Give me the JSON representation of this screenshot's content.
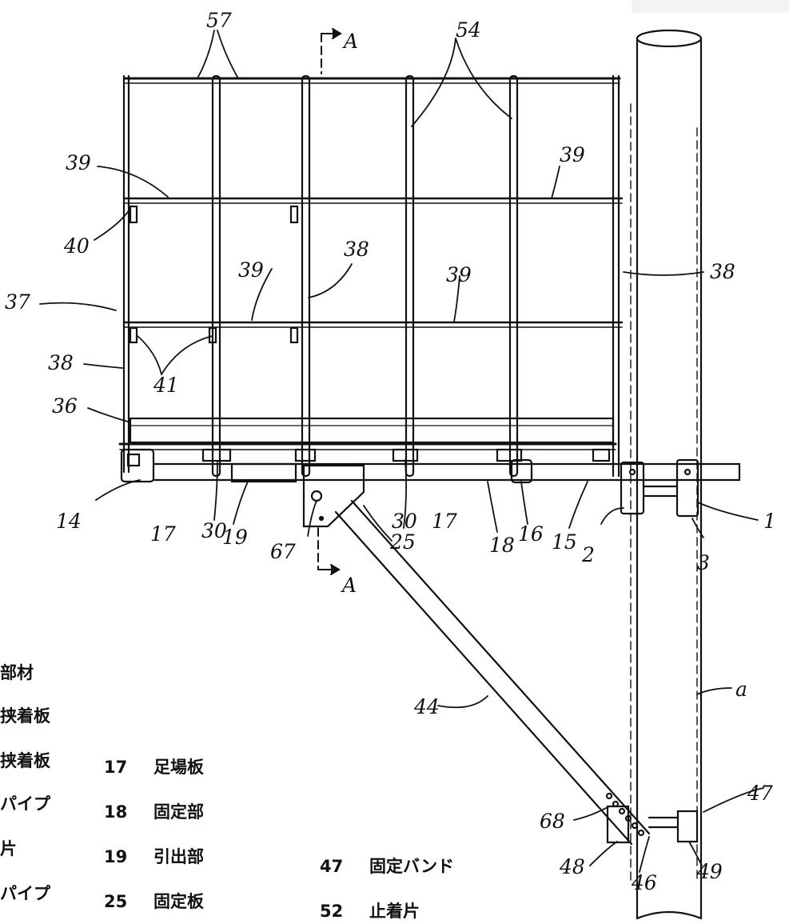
{
  "labels": {
    "l57": "57",
    "lA_top": "A",
    "l54": "54",
    "l39a": "39",
    "l39b": "39",
    "l40": "40",
    "l38a": "38",
    "l39c": "39",
    "l39d": "39",
    "l38r": "38",
    "l37": "37",
    "l38b": "38",
    "l41": "41",
    "l36": "36",
    "l14": "14",
    "l17a": "17",
    "l30a": "30",
    "l19": "19",
    "l67": "67",
    "lA_bot": "A",
    "l25": "25",
    "l30b": "30",
    "l17b": "17",
    "l18": "18",
    "l16": "16",
    "l15": "15",
    "l2": "2",
    "l1": "1",
    "l3": "3",
    "la": "a",
    "l44": "44",
    "l47": "47",
    "l68": "68",
    "l48": "48",
    "l46": "46",
    "l49": "49"
  },
  "legend": {
    "left_items": [
      "部材",
      "挟着板",
      "挟着板",
      "パイプ",
      "片",
      "パイプ"
    ],
    "middle_items": [
      {
        "num": "17",
        "text": "足場板"
      },
      {
        "num": "18",
        "text": "固定部"
      },
      {
        "num": "19",
        "text": "引出部"
      },
      {
        "num": "25",
        "text": "固定板"
      }
    ],
    "right_items": [
      {
        "num": "47",
        "text": "固定バンド"
      },
      {
        "num": "52",
        "text": "止着片"
      }
    ]
  }
}
